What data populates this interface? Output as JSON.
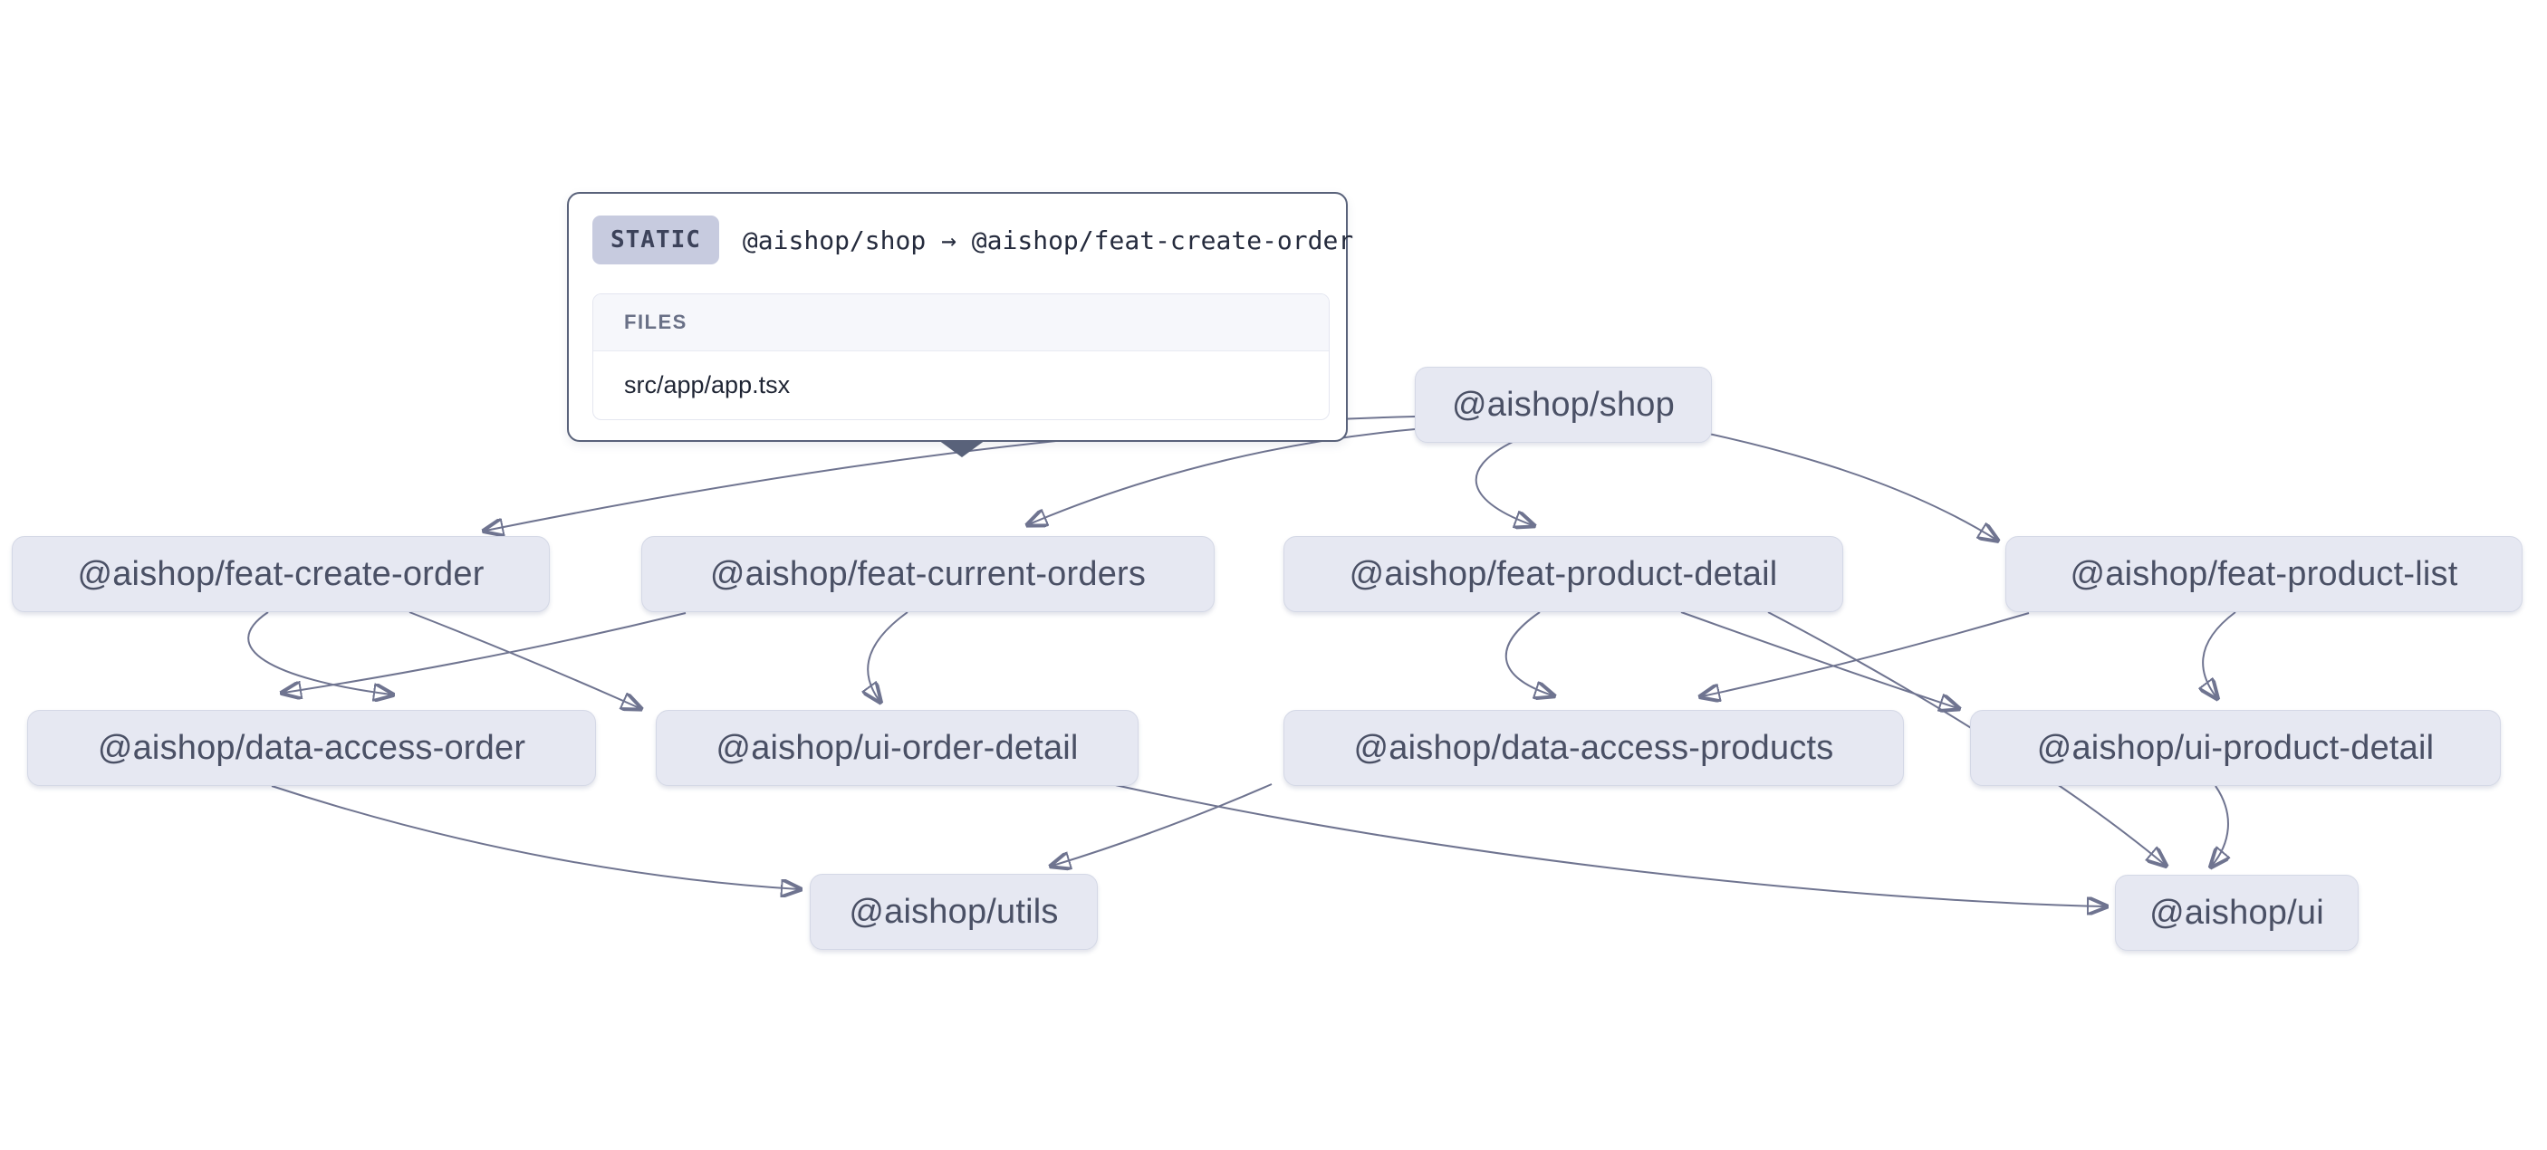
{
  "colors": {
    "background": "#ffffff",
    "node_fill": "#e6e8f2",
    "node_border": "#d4d8e6",
    "node_text": "#4a5065",
    "edge_stroke": "#6f7490",
    "arrow_fill": "#5c627f",
    "tooltip_border": "#59627a",
    "badge_bg": "#c7cbdf"
  },
  "tooltip": {
    "badge": "STATIC",
    "edge_label": "@aishop/shop → @aishop/feat-create-order",
    "files_header": "FILES",
    "files": [
      "src/app/app.tsx"
    ]
  },
  "graph": {
    "nodes": [
      {
        "id": "shop",
        "label": "@aishop/shop"
      },
      {
        "id": "feat-create-order",
        "label": "@aishop/feat-create-order"
      },
      {
        "id": "feat-current-orders",
        "label": "@aishop/feat-current-orders"
      },
      {
        "id": "feat-product-detail",
        "label": "@aishop/feat-product-detail"
      },
      {
        "id": "feat-product-list",
        "label": "@aishop/feat-product-list"
      },
      {
        "id": "data-access-order",
        "label": "@aishop/data-access-order"
      },
      {
        "id": "ui-order-detail",
        "label": "@aishop/ui-order-detail"
      },
      {
        "id": "data-access-products",
        "label": "@aishop/data-access-products"
      },
      {
        "id": "ui-product-detail",
        "label": "@aishop/ui-product-detail"
      },
      {
        "id": "utils",
        "label": "@aishop/utils"
      },
      {
        "id": "ui",
        "label": "@aishop/ui"
      }
    ],
    "edges": [
      {
        "source": "@aishop/shop",
        "target": "@aishop/feat-create-order",
        "type": "static",
        "hovered": true
      },
      {
        "source": "@aishop/shop",
        "target": "@aishop/feat-current-orders",
        "type": "static",
        "hovered": false
      },
      {
        "source": "@aishop/shop",
        "target": "@aishop/feat-product-detail",
        "type": "static",
        "hovered": false
      },
      {
        "source": "@aishop/shop",
        "target": "@aishop/feat-product-list",
        "type": "static",
        "hovered": false
      },
      {
        "source": "@aishop/feat-create-order",
        "target": "@aishop/data-access-order",
        "type": "static",
        "hovered": false
      },
      {
        "source": "@aishop/feat-current-orders",
        "target": "@aishop/data-access-order",
        "type": "static",
        "hovered": false
      },
      {
        "source": "@aishop/feat-create-order",
        "target": "@aishop/ui-order-detail",
        "type": "static",
        "hovered": false
      },
      {
        "source": "@aishop/feat-current-orders",
        "target": "@aishop/ui-order-detail",
        "type": "static",
        "hovered": false
      },
      {
        "source": "@aishop/feat-product-detail",
        "target": "@aishop/data-access-products",
        "type": "static",
        "hovered": false
      },
      {
        "source": "@aishop/feat-product-list",
        "target": "@aishop/data-access-products",
        "type": "static",
        "hovered": false
      },
      {
        "source": "@aishop/feat-product-detail",
        "target": "@aishop/ui-product-detail",
        "type": "static",
        "hovered": false
      },
      {
        "source": "@aishop/feat-product-list",
        "target": "@aishop/ui-product-detail",
        "type": "static",
        "hovered": false
      },
      {
        "source": "@aishop/feat-product-detail",
        "target": "@aishop/ui",
        "type": "static",
        "hovered": false
      },
      {
        "source": "@aishop/ui-product-detail",
        "target": "@aishop/ui",
        "type": "static",
        "hovered": false
      },
      {
        "source": "@aishop/data-access-order",
        "target": "@aishop/utils",
        "type": "static",
        "hovered": false
      },
      {
        "source": "@aishop/data-access-products",
        "target": "@aishop/utils",
        "type": "static",
        "hovered": false
      },
      {
        "source": "@aishop/ui-order-detail",
        "target": "@aishop/ui",
        "type": "static",
        "hovered": false
      }
    ]
  }
}
